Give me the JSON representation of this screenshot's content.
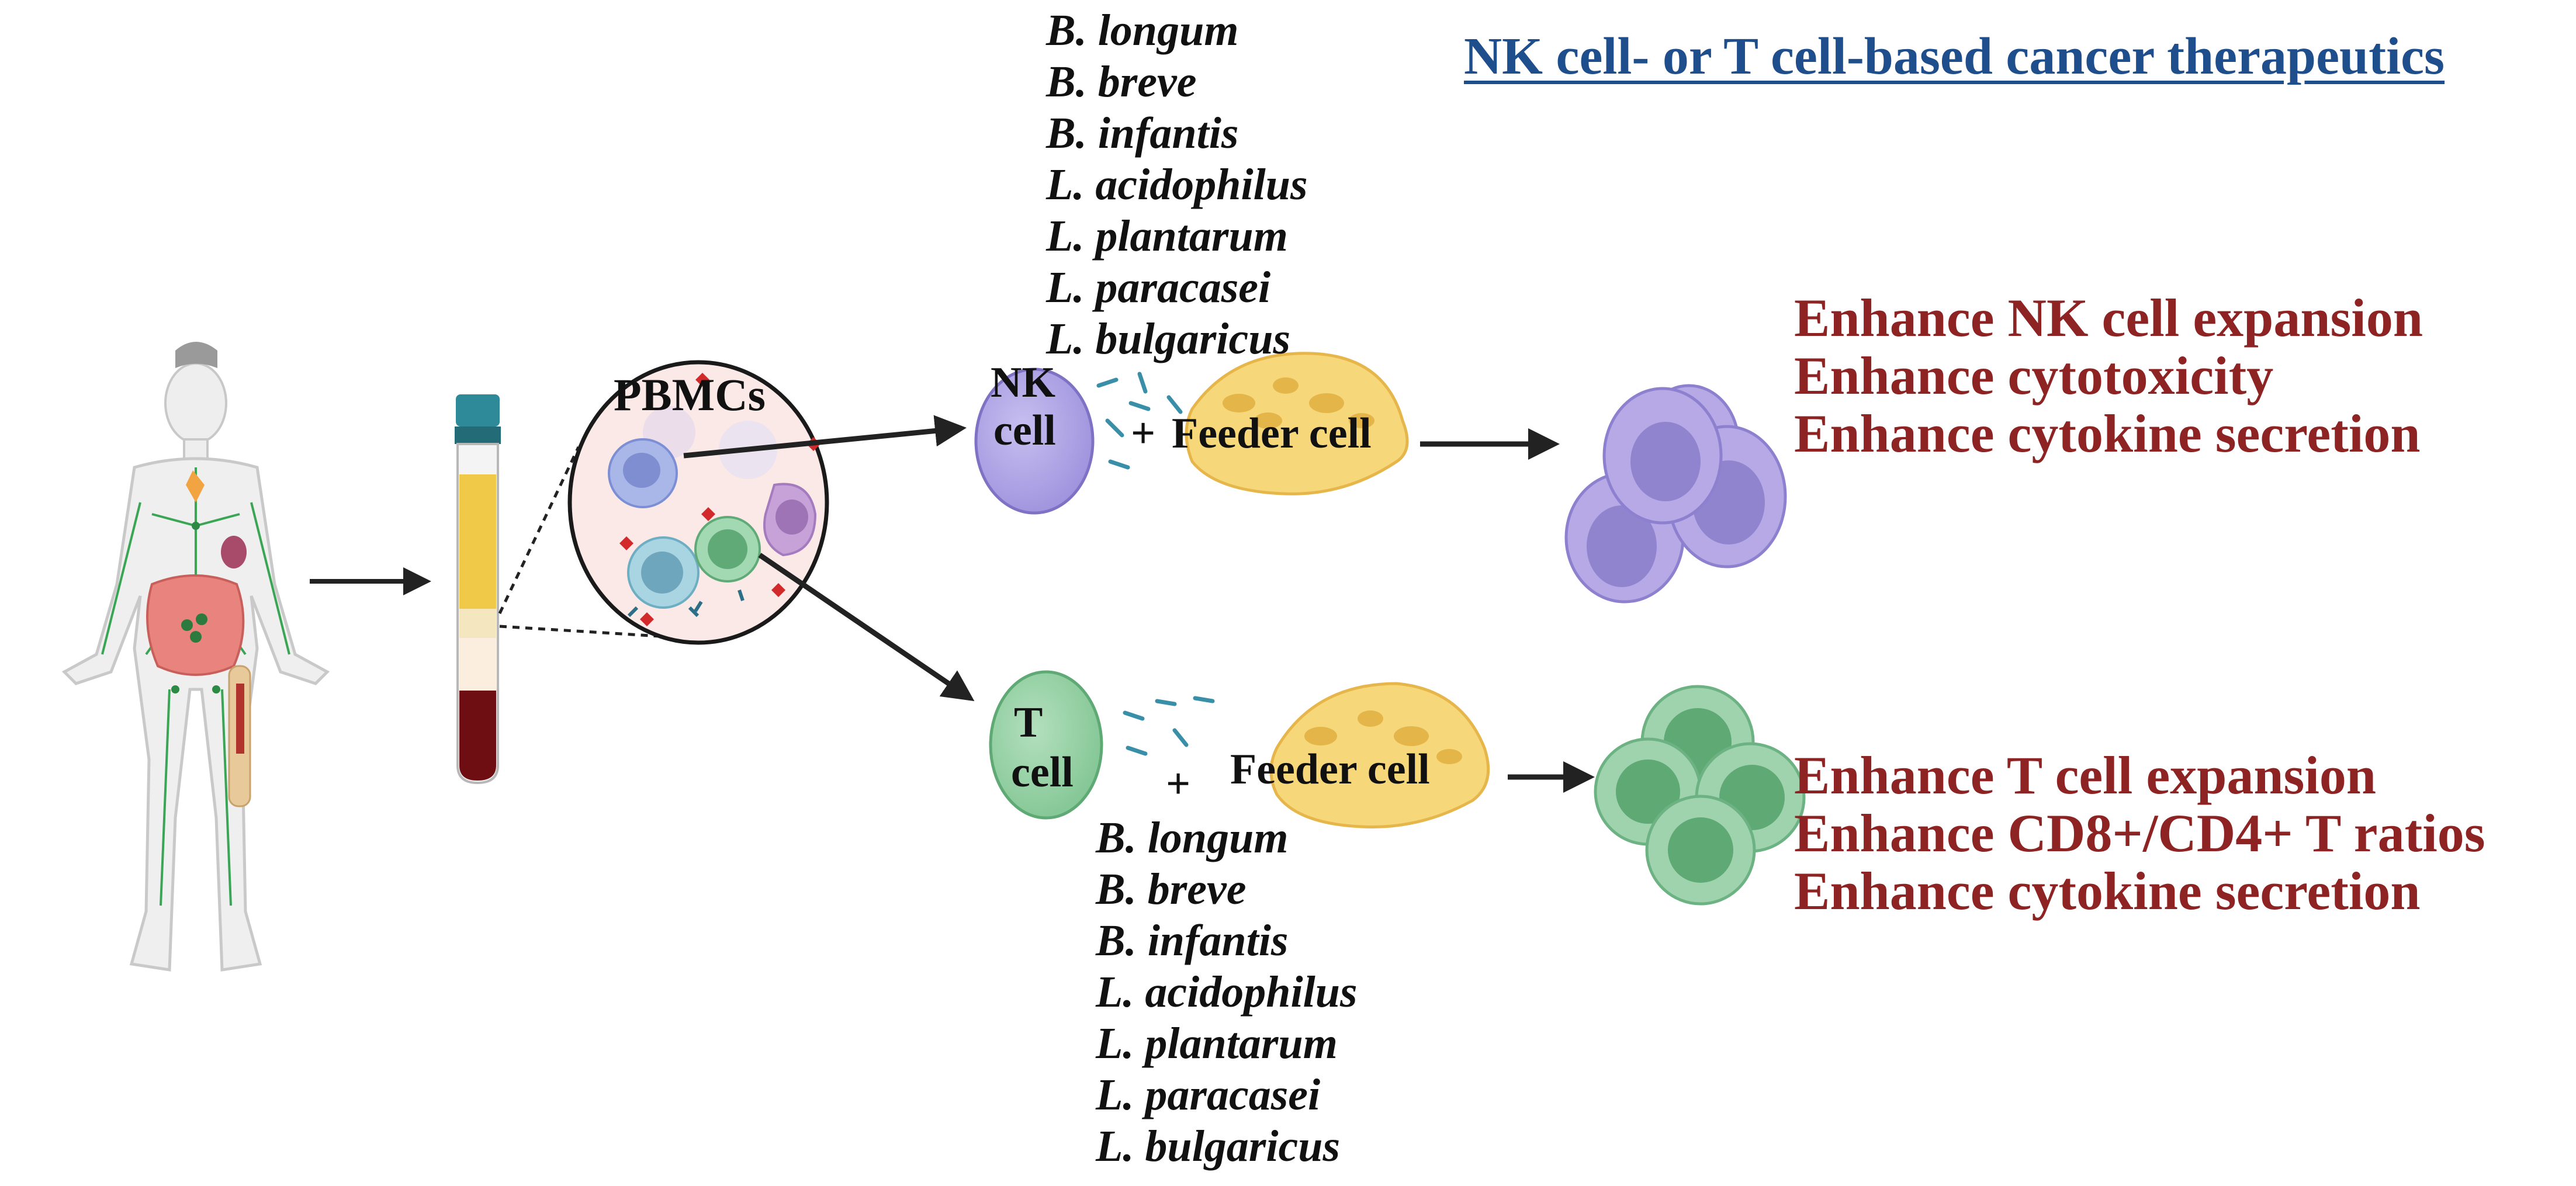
{
  "title": "NK cell- or T cell-based cancer therapeutics",
  "pbmc_label": "PBMCs",
  "nk_pathway": {
    "cell_label_line1": "NK",
    "cell_label_line2": "cell",
    "plus": "+",
    "feeder_label": "Feeder cell",
    "species": [
      "B. longum",
      "B. breve",
      "B. infantis",
      "L. acidophilus",
      "L. plantarum",
      "L. paracasei",
      "L. bulgaricus"
    ],
    "effects": [
      "Enhance NK cell expansion",
      "Enhance cytotoxicity",
      "Enhance cytokine secretion"
    ]
  },
  "t_pathway": {
    "cell_label_line1": "T",
    "cell_label_line2": "cell",
    "plus": "+",
    "feeder_label": "Feeder cell",
    "species": [
      "B. longum",
      "B. breve",
      "B. infantis",
      "L. acidophilus",
      "L. plantarum",
      "L. paracasei",
      "L. bulgaricus"
    ],
    "effects": [
      "Enhance T cell expansion",
      "Enhance CD8+/CD4+ T ratios",
      "Enhance cytokine secretion"
    ]
  },
  "colors": {
    "title": "#1f4e8c",
    "effect_text": "#8e2323",
    "nk_cell": "#a89be0",
    "t_cell": "#8fcf9f",
    "feeder_cell": "#f6d77a",
    "blood_plasma": "#f0c948",
    "blood_red": "#6e0e12"
  },
  "icons": [
    "human-body-icon",
    "blood-tube-icon",
    "nk-cell-icon",
    "t-cell-icon",
    "feeder-cell-icon",
    "bacteria-icon",
    "nk-cell-cluster-icon",
    "t-cell-cluster-icon"
  ]
}
